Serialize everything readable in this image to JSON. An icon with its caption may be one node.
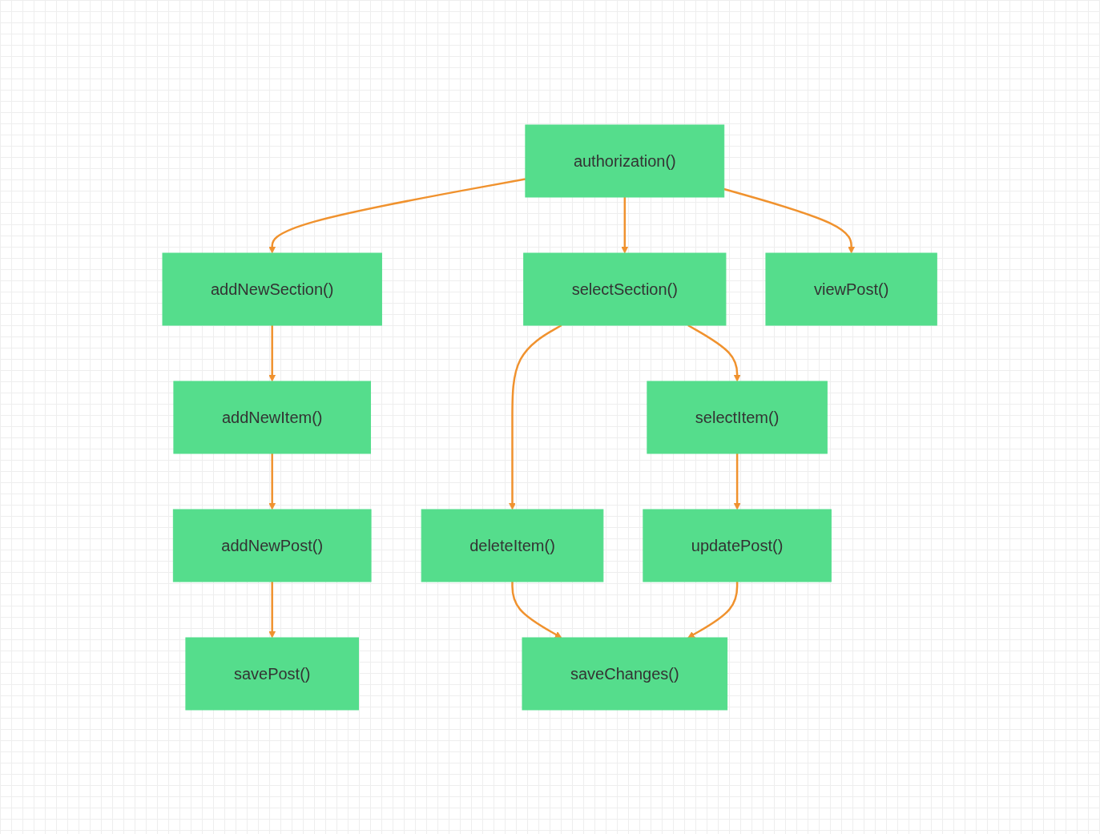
{
  "diagram": {
    "nodes": [
      {
        "text": [
          "authorization()"
        ]
      },
      {
        "text": [
          "addNewSection()"
        ]
      },
      {
        "text": [
          "selectSection()"
        ]
      },
      {
        "text": [
          "viewPost()"
        ]
      },
      {
        "text": [
          "addNewItem()"
        ]
      },
      {
        "text": [
          "deleteItem()"
        ]
      },
      {
        "text": [
          "selectItem()"
        ]
      },
      {
        "text": [
          "addNewPost()"
        ]
      },
      {
        "text": [
          "updatePost()"
        ]
      },
      {
        "text": [
          "savePost()"
        ]
      },
      {
        "text": [
          "saveChanges()"
        ]
      }
    ],
    "edges": [
      {
        "from": 0,
        "to": 1,
        "arrow": "to"
      },
      {
        "from": 0,
        "to": 2,
        "arrow": "to"
      },
      {
        "from": 0,
        "to": 3,
        "arrow": "to"
      },
      {
        "from": 1,
        "to": 4,
        "arrow": "to"
      },
      {
        "from": 4,
        "to": 7,
        "arrow": "to"
      },
      {
        "from": 7,
        "to": 9,
        "arrow": "to"
      },
      {
        "from": 2,
        "to": 5,
        "arrow": "to"
      },
      {
        "from": 2,
        "to": 6,
        "arrow": "to"
      },
      {
        "from": 6,
        "to": 8,
        "arrow": "to"
      },
      {
        "from": 5,
        "to": 10,
        "arrow": "to"
      },
      {
        "from": 8,
        "to": 10,
        "arrow": "to"
      }
    ]
  }
}
